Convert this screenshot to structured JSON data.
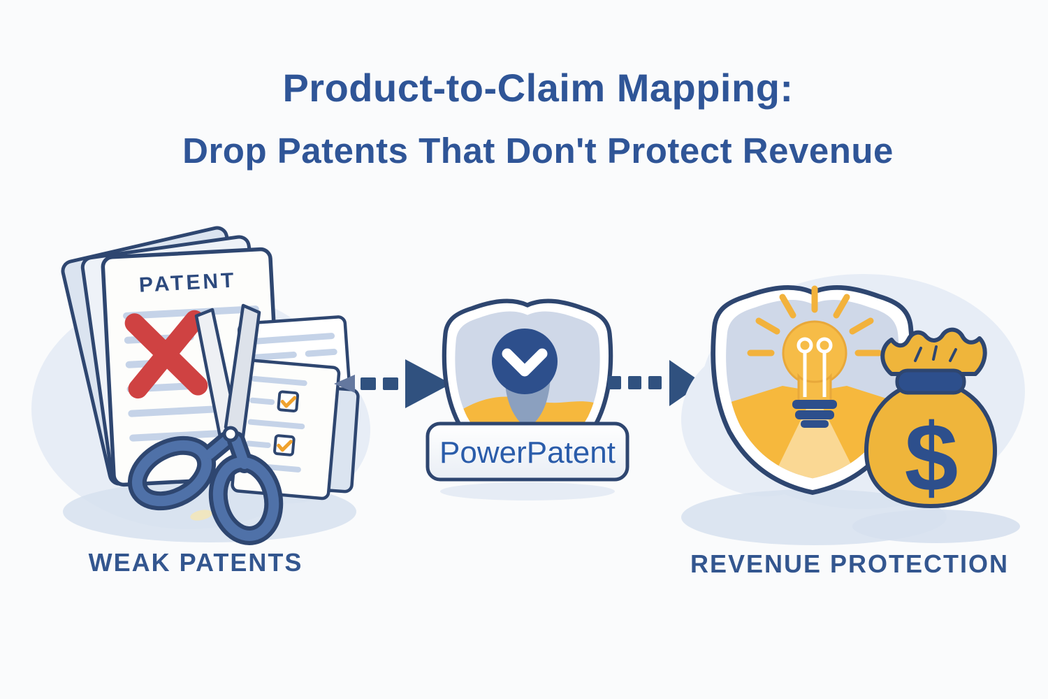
{
  "title": {
    "line1": "Product-to-Claim Mapping:",
    "line2": "Drop Patents That Don't Protect Revenue"
  },
  "captions": {
    "left": "WEAK PATENTS",
    "right": "REVENUE PROTECTION"
  },
  "left_cluster": {
    "document_title": "PATENT"
  },
  "center_cluster": {
    "badge_label": "PowerPatent"
  },
  "right_cluster": {
    "dollar_symbol": "$"
  },
  "colors": {
    "title_blue": "#2F5597",
    "caption_blue": "#33568F",
    "outline_navy": "#2E4670",
    "shield_inner_blue": "#CFD8E8",
    "page_back_blue": "#DBE4F0",
    "line_blue": "#C5D3E8",
    "blob_blue": "#E7EDF6",
    "shadow_blue": "#D6E0EE",
    "accent_yellow": "#F6B83D",
    "bulb_yellow": "#F6BC47",
    "ray_yellow": "#F2B23C",
    "check_orange": "#F0A22E",
    "cross_red": "#CF4242",
    "circle_blue": "#2D4F8C",
    "badge_text_blue": "#2A5CAA",
    "arrow_navy": "#30517F",
    "arrow_tail_gray": "#64789F",
    "scissor_blue": "#4F71A8",
    "pin_gray": "#8BA0BF",
    "bag_gold": "#EFB53B",
    "blade_silver": "#EEF0F4"
  }
}
